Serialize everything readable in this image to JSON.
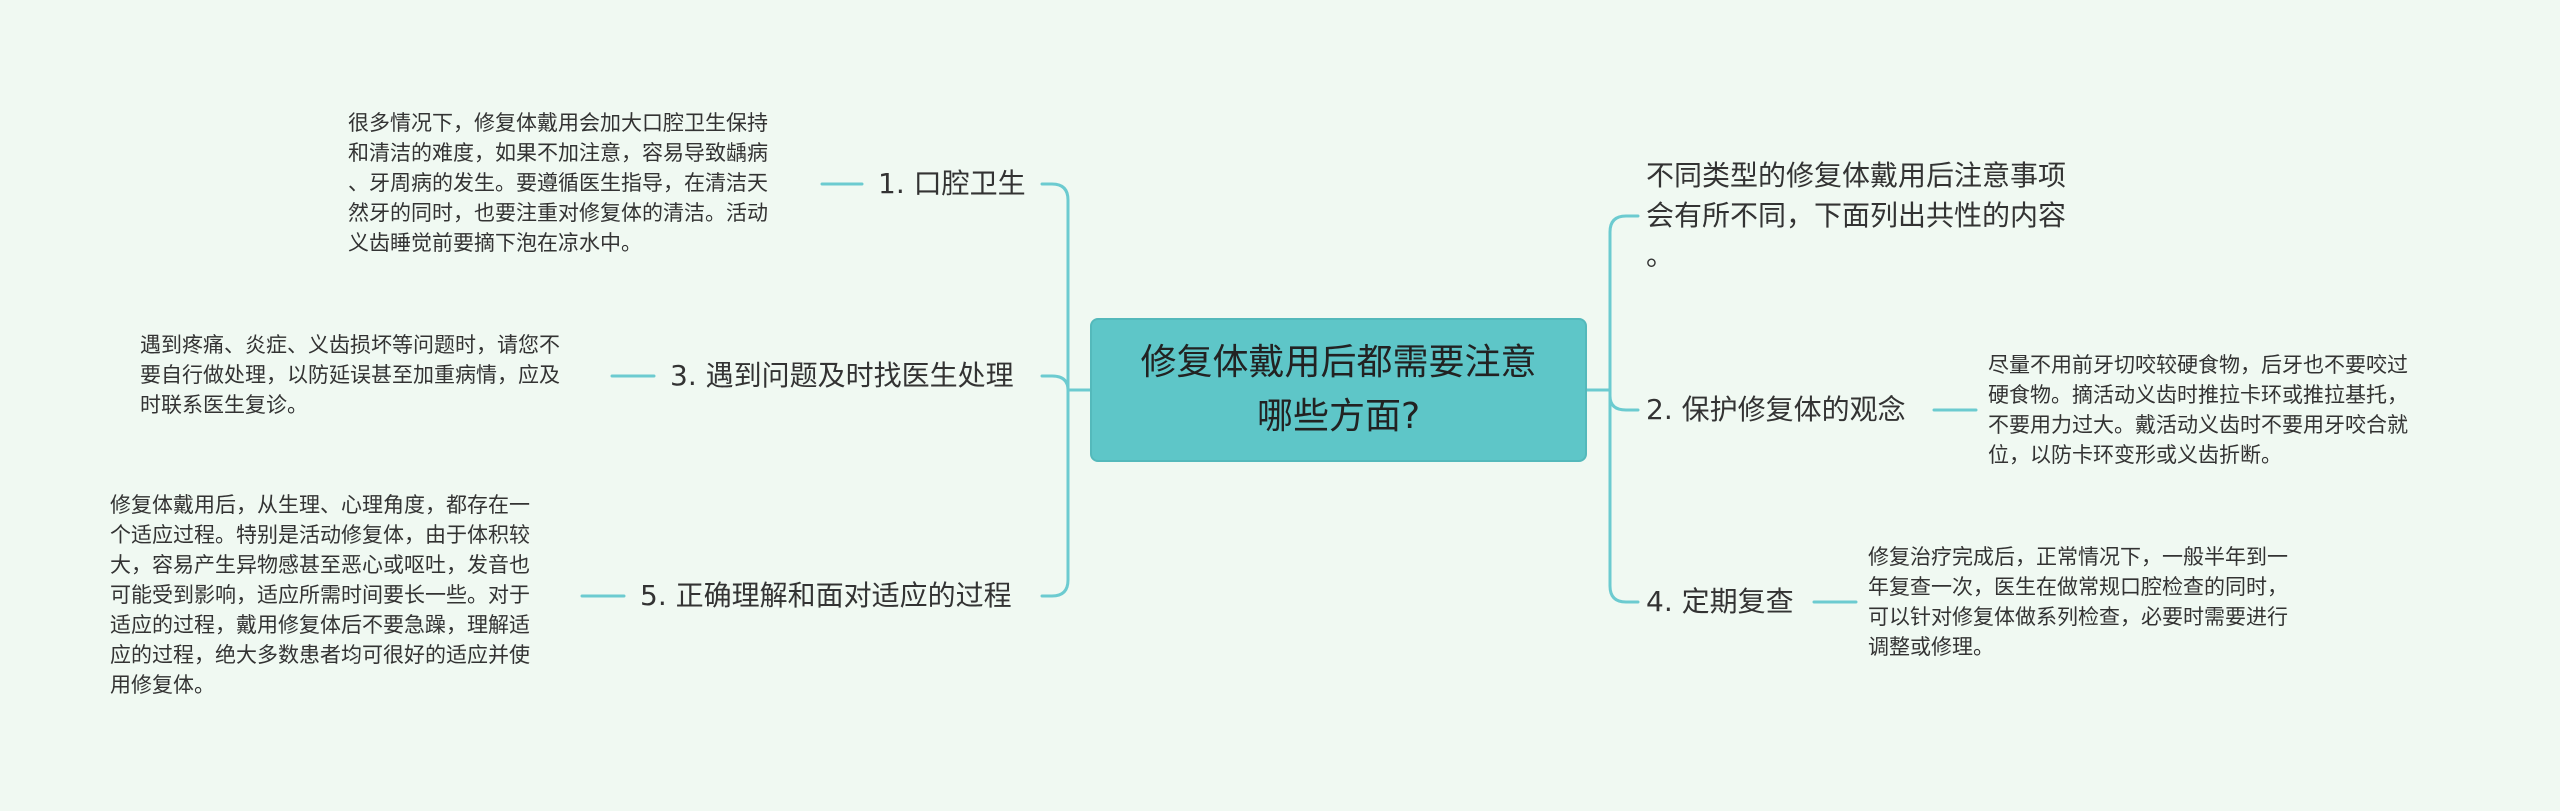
{
  "root": {
    "title": "修复体戴用后都需要注意\n哪些方面?"
  },
  "intro": {
    "text": "不同类型的修复体戴用后注意事项\n会有所不同，下面列出共性的内容\n。"
  },
  "left_branches": [
    {
      "label": "1. 口腔卫生",
      "detail": "很多情况下，修复体戴用会加大口腔卫生保持\n和清洁的难度，如果不加注意，容易导致龋病\n、牙周病的发生。要遵循医生指导，在清洁天\n然牙的同时，也要注重对修复体的清洁。活动\n义齿睡觉前要摘下泡在凉水中。"
    },
    {
      "label": "3. 遇到问题及时找医生处理",
      "detail": "遇到疼痛、炎症、义齿损坏等问题时，请您不\n要自行做处理，以防延误甚至加重病情，应及\n时联系医生复诊。"
    },
    {
      "label": "5. 正确理解和面对适应的过程",
      "detail": "修复体戴用后，从生理、心理角度，都存在一\n个适应过程。特别是活动修复体，由于体积较\n大，容易产生异物感甚至恶心或呕吐，发音也\n可能受到影响，适应所需时间要长一些。对于\n适应的过程，戴用修复体后不要急躁，理解适\n应的过程，绝大多数患者均可很好的适应并使\n用修复体。"
    }
  ],
  "right_branches": [
    {
      "label": "2. 保护修复体的观念",
      "detail": "尽量不用前牙切咬较硬食物，后牙也不要咬过\n硬食物。摘活动义齿时推拉卡环或推拉基托，\n不要用力过大。戴活动义齿时不要用牙咬合就\n位，以防卡环变形或义齿折断。"
    },
    {
      "label": "4. 定期复查",
      "detail": "修复治疗完成后，正常情况下，一般半年到一\n年复查一次，医生在做常规口腔检查的同时，\n可以针对修复体做系列检查，必要时需要进行\n调整或修理。"
    }
  ],
  "colors": {
    "background": "#f0f9f2",
    "root_fill": "#5ec6c8",
    "connector": "#6ccbd0"
  }
}
